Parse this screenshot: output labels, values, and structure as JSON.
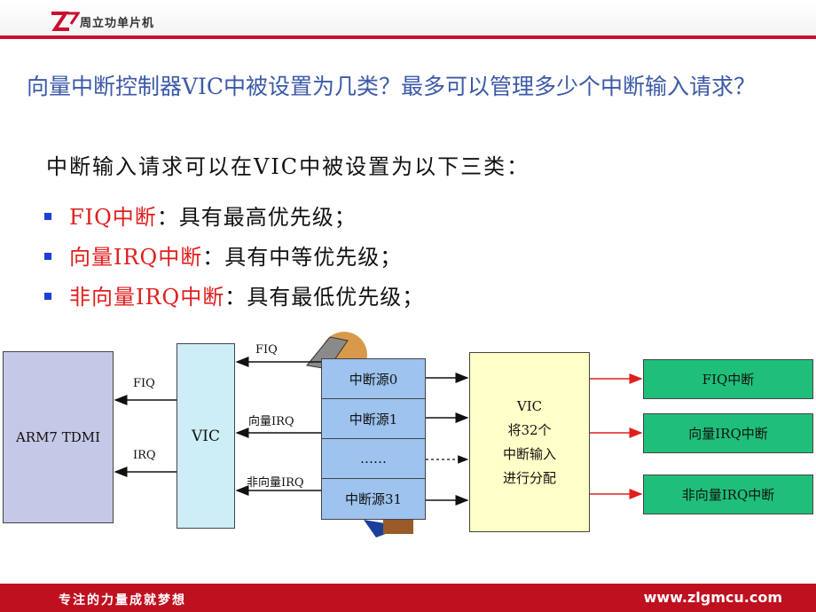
{
  "header": {
    "brand": "周立功单片机"
  },
  "question": "向量中断控制器VIC中被设置为几类？最多可以管理多少个中断输入请求？",
  "intro": "中断输入请求可以在VIC中被设置为以下三类：",
  "bullets": [
    {
      "term": "FIQ中断",
      "desc": "：具有最高优先级；"
    },
    {
      "term": "向量IRQ中断",
      "desc": "：具有中等优先级；"
    },
    {
      "term": "非向量IRQ中断",
      "desc": "：具有最低优先级；"
    }
  ],
  "diagram": {
    "arm": "ARM7 TDMI",
    "vic_left": "VIC",
    "left_signals": {
      "fiq": "FIQ",
      "irq": "IRQ"
    },
    "middle_signals": {
      "fiq": "FIQ",
      "vec_irq": "向量IRQ",
      "nonvec_irq": "非向量IRQ"
    },
    "sources": [
      "中断源0",
      "中断源1",
      "……",
      "中断源31"
    ],
    "vic_right_lines": [
      "VIC",
      "将32个",
      "中断输入",
      "进行分配"
    ],
    "outputs": [
      "FIQ中断",
      "向量IRQ中断",
      "非向量IRQ中断"
    ],
    "colors": {
      "arm": "#c5c8e6",
      "vic": "#cdeef7",
      "sources": "#9dc3ee",
      "vic_right": "#ffffc8",
      "outputs": "#1fbf7a",
      "out_arrow": "#e01e1e"
    }
  },
  "footer": {
    "slogan": "专注的力量成就梦想",
    "url": "www.zlgmcu.com"
  }
}
